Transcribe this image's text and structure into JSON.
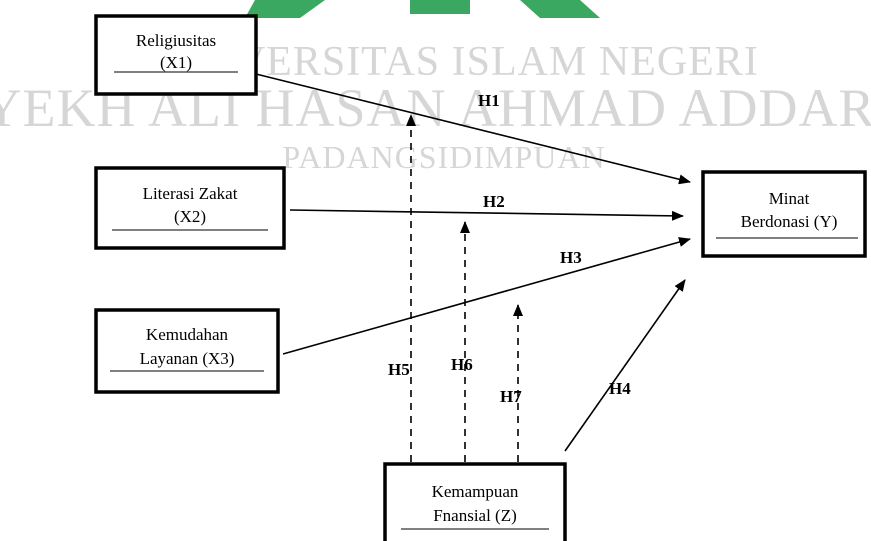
{
  "watermark": {
    "line1": "UNIVERSITAS ISLAM NEGERI",
    "line2": "SYEKH ALI HASAN AHMAD ADDARY",
    "line3": "PADANGSIDIMPUAN",
    "logo_color": "#3aa860"
  },
  "nodes": {
    "x1": {
      "line1": "Religiusitas",
      "line2": "(X1)"
    },
    "x2": {
      "line1": "Literasi Zakat",
      "line2": "(X2)"
    },
    "x3": {
      "line1": "Kemudahan",
      "line2": "Layanan (X3)"
    },
    "y": {
      "line1": "Minat",
      "line2": "Berdonasi (Y)"
    },
    "z": {
      "line1": "Kemampuan",
      "line2": "Fnansial (Z)"
    }
  },
  "hypotheses": {
    "h1": "H1",
    "h2": "H2",
    "h3": "H3",
    "h4": "H4",
    "h5": "H5",
    "h6": "H6",
    "h7": "H7"
  }
}
